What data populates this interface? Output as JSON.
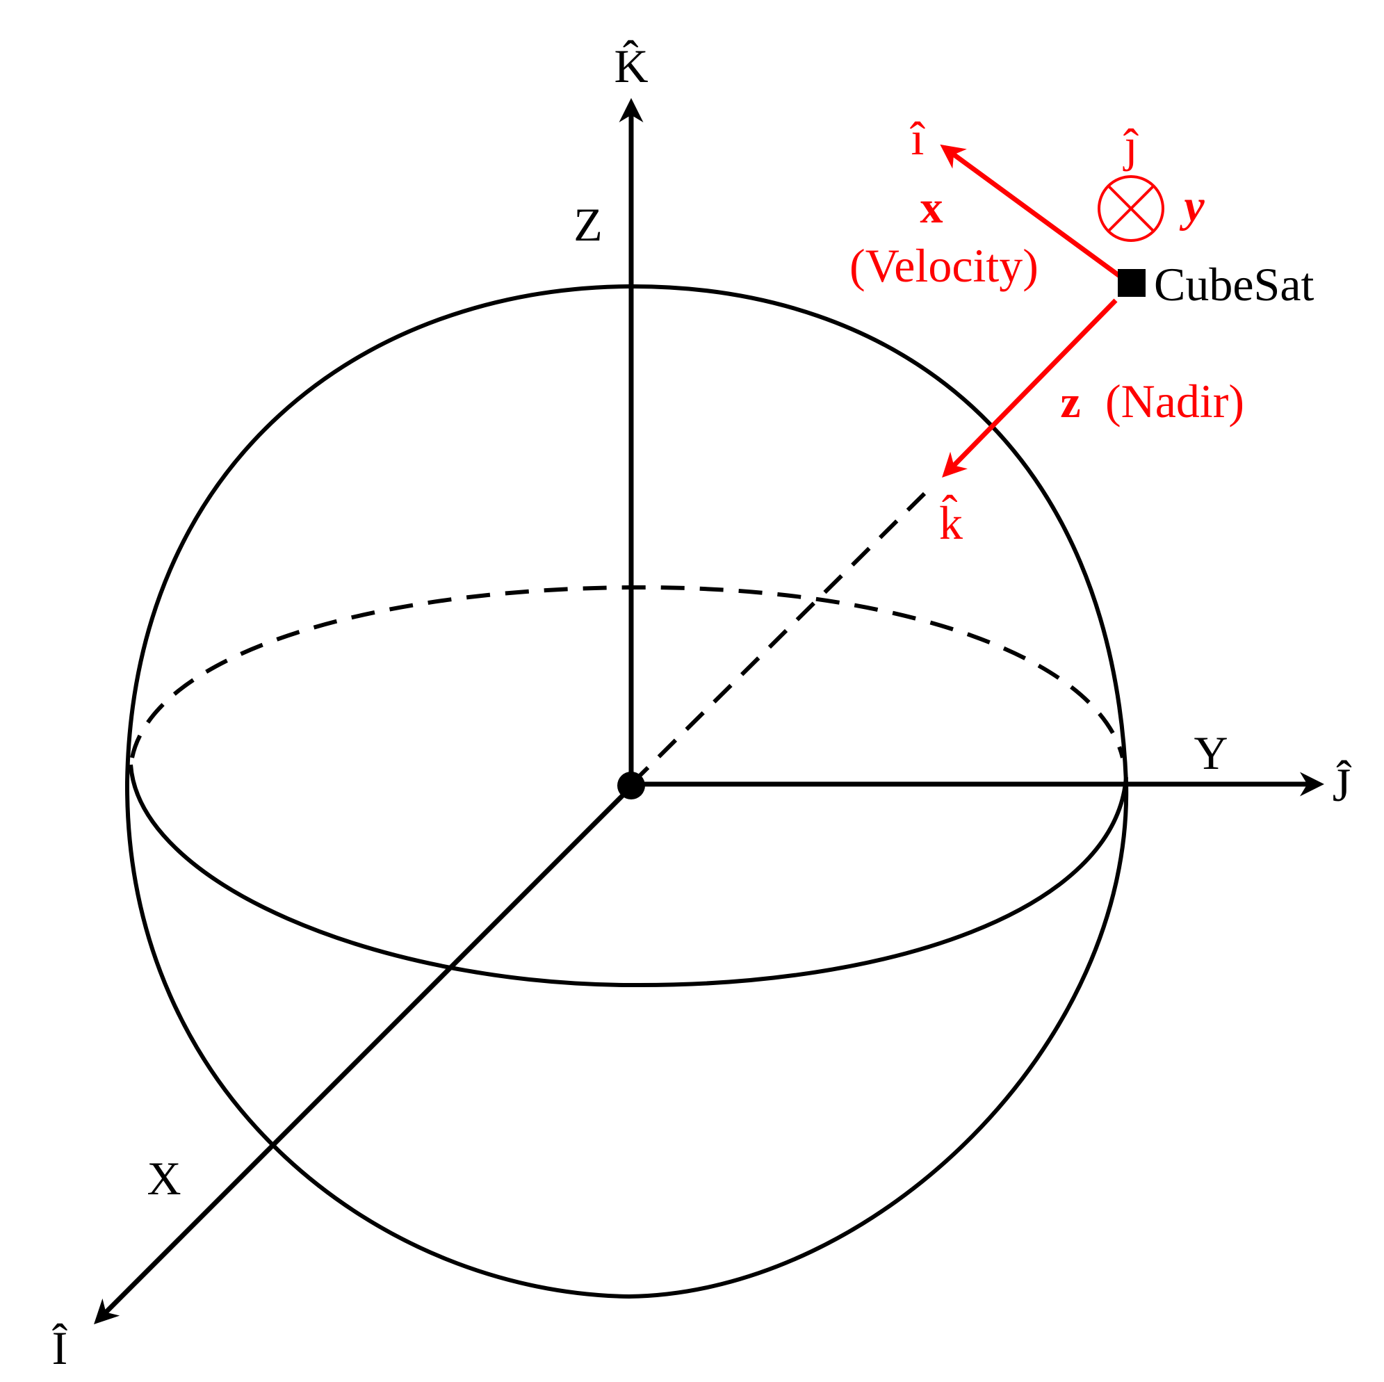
{
  "colors": {
    "inertial": "#000000",
    "body": "#ff0000",
    "background": "#ffffff"
  },
  "inertial_axes": {
    "z_label": "Z",
    "z_unit": "K̂",
    "y_label": "Y",
    "y_unit": "Ĵ",
    "x_label": "X",
    "x_unit": "Î"
  },
  "body_frame": {
    "x_unit": "î",
    "x_label": "x",
    "x_desc": "(Velocity)",
    "y_unit": "ĵ",
    "y_label": "y",
    "z_label": "z",
    "z_desc": "(Nadir)",
    "z_unit": "k̂"
  },
  "satellite": {
    "label": "CubeSat"
  },
  "icons": {
    "y_axis_symbol": "into-page-circled-x-icon",
    "satellite_marker": "filled-square-icon",
    "origin_marker": "filled-dot-icon"
  }
}
